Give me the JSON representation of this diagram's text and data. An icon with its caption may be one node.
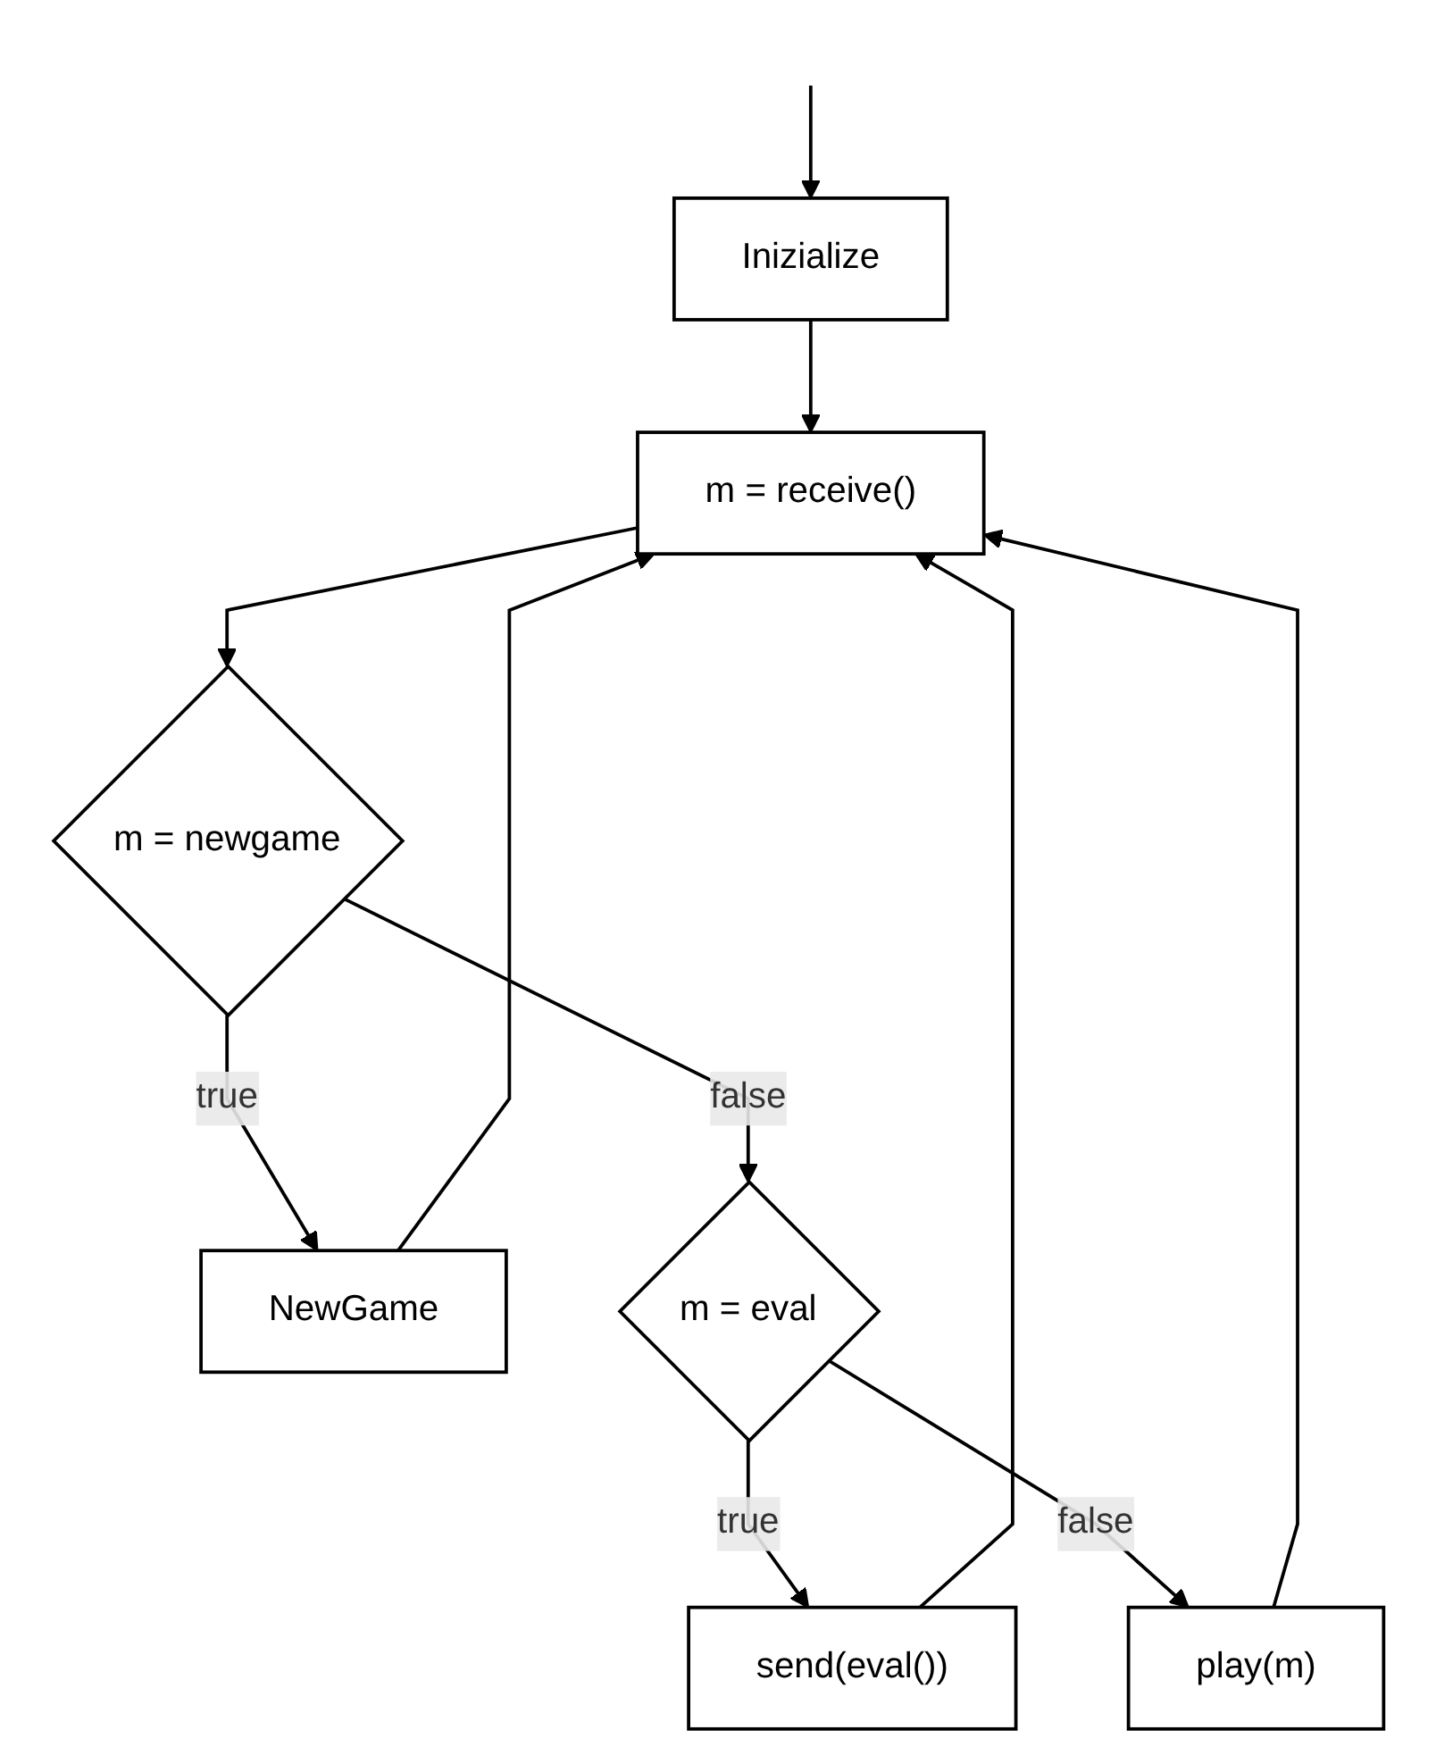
{
  "diagram": {
    "nodes": [
      {
        "text": [
          "Inizialize"
        ]
      },
      {
        "text": [
          "m = receive()"
        ]
      },
      {
        "text": [
          "m = newgame"
        ]
      },
      {
        "text": [
          "NewGame"
        ]
      },
      {
        "text": [
          "m = eval"
        ]
      },
      {
        "text": [
          "send(eval())"
        ]
      },
      {
        "text": [
          "play(m)"
        ]
      }
    ],
    "edges": [
      {
        "from": null,
        "to": 0,
        "arrow": "to"
      },
      {
        "from": 0,
        "to": 1,
        "arrow": "to"
      },
      {
        "from": 1,
        "to": 2,
        "arrow": "to"
      },
      {
        "from": 2,
        "to": 3,
        "label": "true",
        "arrow": "to"
      },
      {
        "from": 2,
        "to": 4,
        "label": "false",
        "arrow": "to"
      },
      {
        "from": 4,
        "to": 5,
        "label": "true",
        "arrow": "to"
      },
      {
        "from": 4,
        "to": 6,
        "label": "false",
        "arrow": "to"
      },
      {
        "from": 3,
        "to": 1,
        "arrow": "to"
      },
      {
        "from": 5,
        "to": 1,
        "arrow": "to"
      },
      {
        "from": 6,
        "to": 1,
        "arrow": "to"
      }
    ]
  }
}
